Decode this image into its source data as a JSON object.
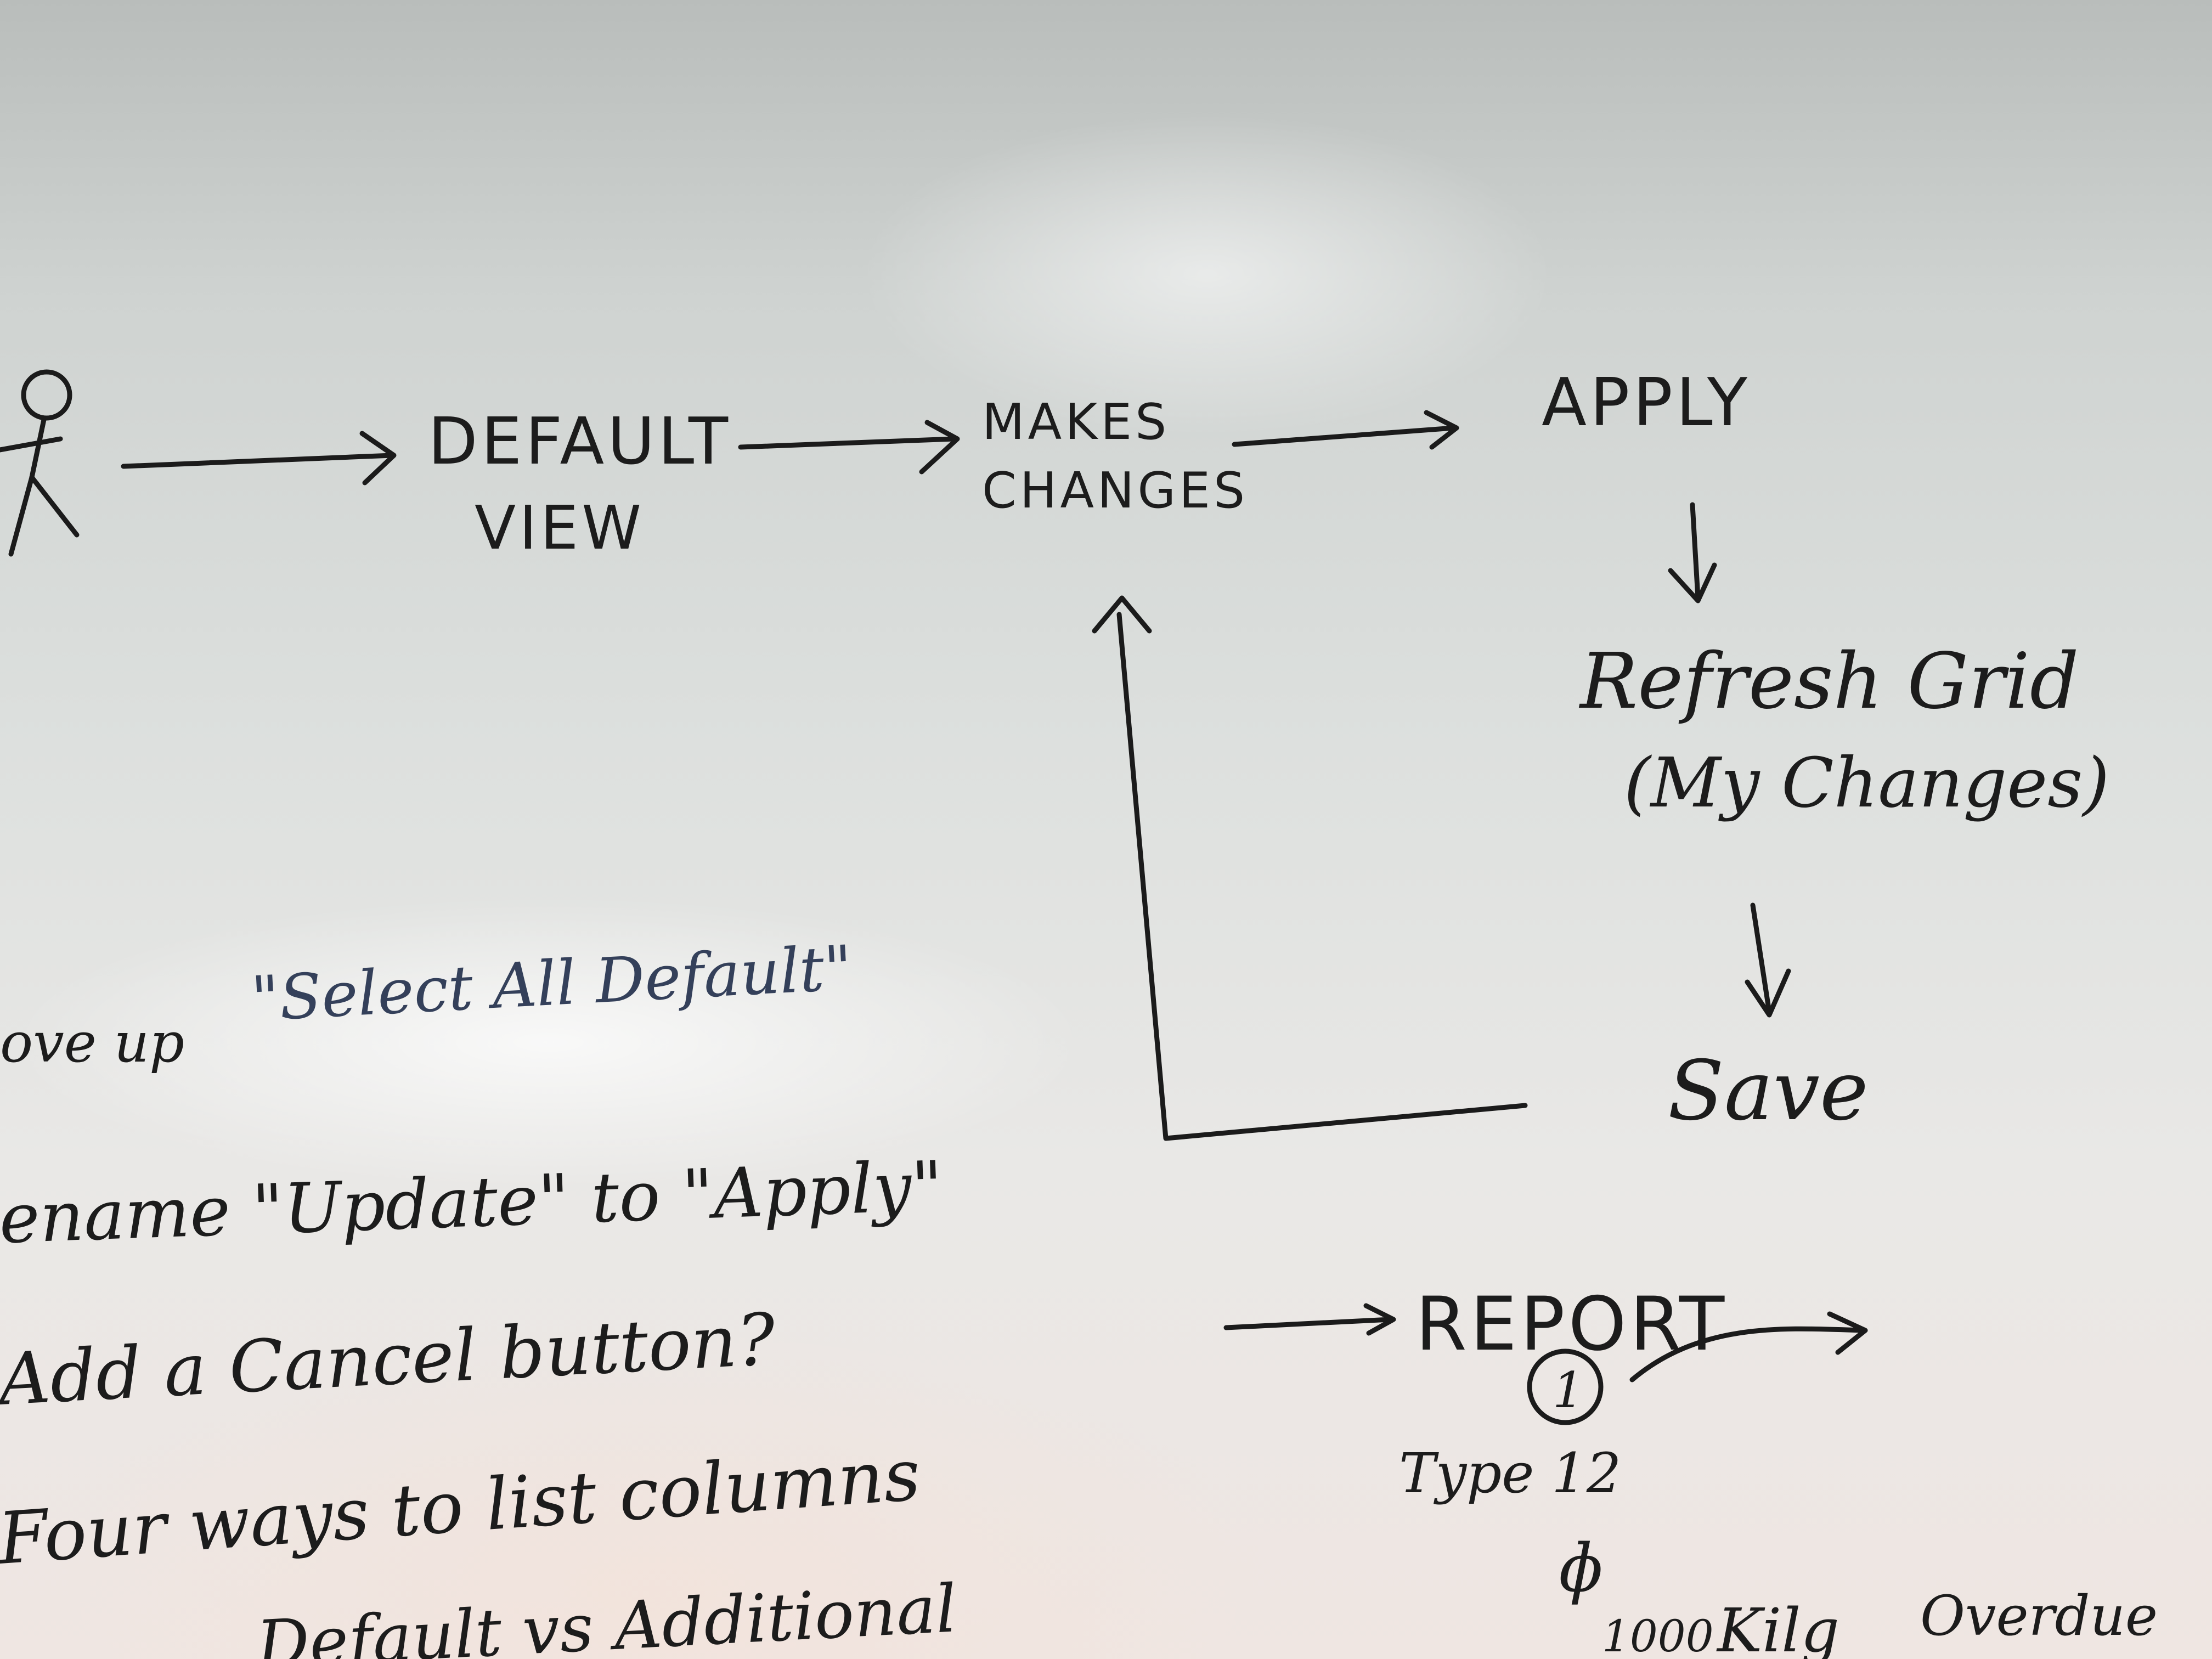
{
  "flow": {
    "default_view_line1": "DEFAULT",
    "default_view_line2": "VIEW",
    "makes_changes_line1": "MAKES",
    "makes_changes_line2": "CHANGES",
    "apply": "APPLY",
    "refresh_grid": "Refresh Grid",
    "my_changes": "(My Changes)",
    "save": "Save"
  },
  "notes": {
    "line1_prefix": "ove up",
    "line1_quote": "\"Select All Default\"",
    "line2": "ename \"Update\" to \"Apply\"",
    "line3": "Add a Cancel button?",
    "line4": "Four ways to list columns",
    "line5": "Default vs Additional"
  },
  "report": {
    "title": "REPORT",
    "number": "1",
    "type_label": "Type 12",
    "phi": "ɸ",
    "values": [
      "1000",
      "Kilg",
      "Overdue"
    ]
  },
  "colors": {
    "ink": "#1b1b1b",
    "blue_ink": "#34405a",
    "board": "#dde0de"
  }
}
